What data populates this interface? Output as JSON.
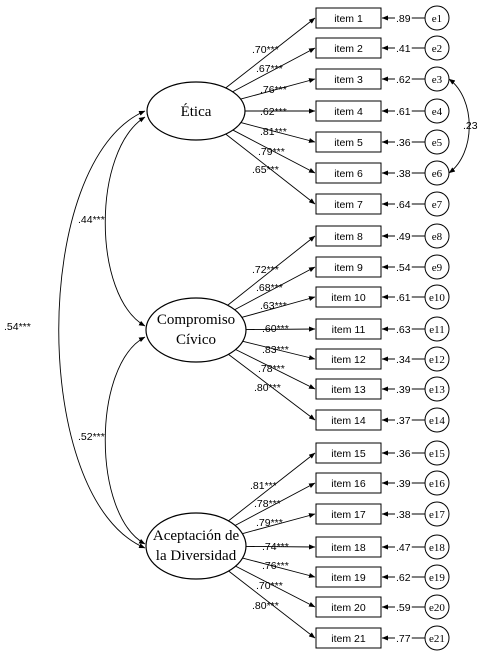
{
  "factors": [
    {
      "id": "etica",
      "lines": [
        "Ética"
      ],
      "loadings": [
        ".70***",
        ".67***",
        ".76***",
        ".62***",
        ".81***",
        ".79***",
        ".65***"
      ]
    },
    {
      "id": "compromiso",
      "lines": [
        "Compromiso",
        "Cívico"
      ],
      "loadings": [
        ".72***",
        ".68***",
        ".63***",
        ".60***",
        ".83***",
        ".78***",
        ".80***"
      ]
    },
    {
      "id": "aceptacion",
      "lines": [
        "Aceptación de",
        "la Diversidad"
      ],
      "loadings": [
        ".81***",
        ".78***",
        ".79***",
        ".74***",
        ".76***",
        ".70***",
        ".80***"
      ]
    }
  ],
  "items": [
    {
      "label": "item 1",
      "residual": ".89",
      "error": "e1"
    },
    {
      "label": "item 2",
      "residual": ".41",
      "error": "e2"
    },
    {
      "label": "item 3",
      "residual": ".62",
      "error": "e3"
    },
    {
      "label": "item 4",
      "residual": ".61",
      "error": "e4"
    },
    {
      "label": "item 5",
      "residual": ".36",
      "error": "e5"
    },
    {
      "label": "item 6",
      "residual": ".38",
      "error": "e6"
    },
    {
      "label": "item 7",
      "residual": ".64",
      "error": "e7"
    },
    {
      "label": "item 8",
      "residual": ".49",
      "error": "e8"
    },
    {
      "label": "item 9",
      "residual": ".54",
      "error": "e9"
    },
    {
      "label": "item 10",
      "residual": ".61",
      "error": "e10"
    },
    {
      "label": "item 11",
      "residual": ".63",
      "error": "e11"
    },
    {
      "label": "item 12",
      "residual": ".34",
      "error": "e12"
    },
    {
      "label": "item 13",
      "residual": ".39",
      "error": "e13"
    },
    {
      "label": "item 14",
      "residual": ".37",
      "error": "e14"
    },
    {
      "label": "item 15",
      "residual": ".36",
      "error": "e15"
    },
    {
      "label": "item 16",
      "residual": ".39",
      "error": "e16"
    },
    {
      "label": "item 17",
      "residual": ".38",
      "error": "e17"
    },
    {
      "label": "item 18",
      "residual": ".47",
      "error": "e18"
    },
    {
      "label": "item 19",
      "residual": ".62",
      "error": "e19"
    },
    {
      "label": "item 20",
      "residual": ".59",
      "error": "e20"
    },
    {
      "label": "item 21",
      "residual": ".77",
      "error": "e21"
    }
  ],
  "factor_correlations": [
    {
      "from": "etica",
      "to": "compromiso",
      "value": ".44***"
    },
    {
      "from": "compromiso",
      "to": "aceptacion",
      "value": ".52***"
    },
    {
      "from": "etica",
      "to": "aceptacion",
      "value": ".54***"
    }
  ],
  "error_covariance": {
    "from": "e3",
    "to": "e6",
    "value": ".23"
  }
}
